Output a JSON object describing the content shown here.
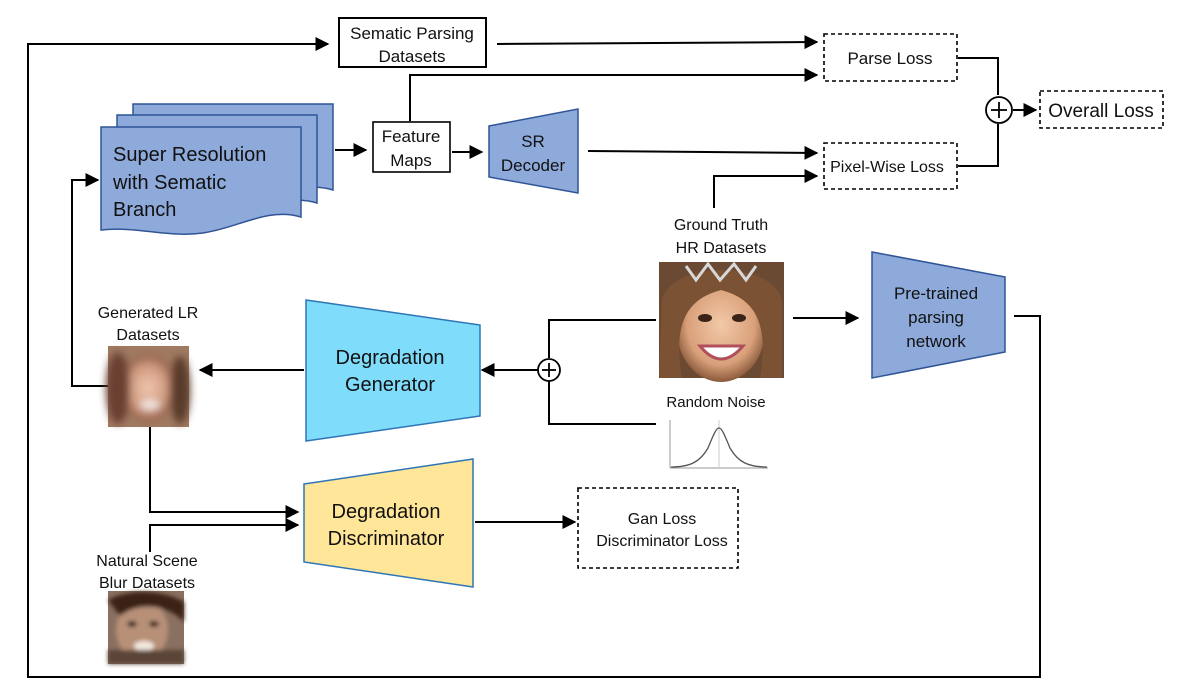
{
  "nodes": {
    "semantic_parsing": [
      "Sematic Parsing",
      "Datasets"
    ],
    "parse_loss": "Parse Loss",
    "overall_loss": "Overall Loss",
    "super_resolution": [
      "Super Resolution",
      "with Sematic",
      "Branch"
    ],
    "feature_maps": [
      "Feature",
      "Maps"
    ],
    "sr_decoder": [
      "SR",
      "Decoder"
    ],
    "pixel_wise_loss": "Pixel-Wise Loss",
    "ground_truth": [
      "Ground Truth",
      "HR Datasets"
    ],
    "pretrained_parsing": [
      "Pre-trained",
      "parsing",
      "network"
    ],
    "generated_lr": [
      "Generated LR",
      "Datasets"
    ],
    "degradation_generator": [
      "Degradation",
      "Generator"
    ],
    "random_noise": "Random Noise",
    "degradation_discriminator": [
      "Degradation",
      "Discriminator"
    ],
    "gan_loss": [
      "Gan Loss",
      "Discriminator Loss"
    ],
    "natural_scene": [
      "Natural Scene",
      "Blur Datasets"
    ]
  },
  "colors": {
    "blue_fill": "#8eaadb",
    "blue_stroke": "#2f5597",
    "cyan_fill": "#7fdcfb",
    "cyan_stroke": "#2e75b6",
    "yellow_fill": "#ffe699",
    "yellow_stroke": "#2e75b6"
  }
}
